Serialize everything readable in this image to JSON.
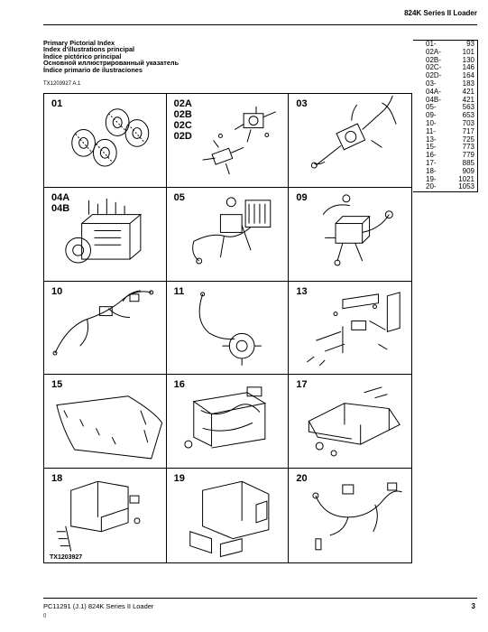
{
  "header": {
    "title": "824K Series II Loader"
  },
  "titles": [
    "Primary Pictorial Index",
    "Index d'illustrations principal",
    "Índice pictórico principal",
    "Основной иллюстрированный указатель",
    "Índice primario de ilustraciones"
  ],
  "figure_id": "TX1203927 A.1",
  "cells": [
    {
      "label": "01",
      "icon": "tires"
    },
    {
      "label": "02A\n02B\n02C\n02D",
      "icon": "axle-parts"
    },
    {
      "label": "03",
      "icon": "transmission"
    },
    {
      "label": "04A\n04B",
      "icon": "engine"
    },
    {
      "label": "05",
      "icon": "cooling-engine"
    },
    {
      "label": "09",
      "icon": "hydraulic-pump"
    },
    {
      "label": "10",
      "icon": "wiring-harness"
    },
    {
      "label": "11",
      "icon": "motor-wiring"
    },
    {
      "label": "13",
      "icon": "frame-parts"
    },
    {
      "label": "15",
      "icon": "panel"
    },
    {
      "label": "16",
      "icon": "frame-wiring"
    },
    {
      "label": "17",
      "icon": "rear-frame"
    },
    {
      "label": "18",
      "icon": "cab"
    },
    {
      "label": "19",
      "icon": "body-panels"
    },
    {
      "label": "20",
      "icon": "electrical"
    }
  ],
  "index": [
    {
      "section": "01-",
      "page": "93"
    },
    {
      "section": "02A-",
      "page": "101"
    },
    {
      "section": "02B-",
      "page": "130"
    },
    {
      "section": "02C-",
      "page": "146"
    },
    {
      "section": "02D-",
      "page": "164"
    },
    {
      "section": "03-",
      "page": "183"
    },
    {
      "section": "04A-",
      "page": "421"
    },
    {
      "section": "04B-",
      "page": "421"
    },
    {
      "section": "05-",
      "page": "563"
    },
    {
      "section": "09-",
      "page": "653"
    },
    {
      "section": "10-",
      "page": "703"
    },
    {
      "section": "11-",
      "page": "717"
    },
    {
      "section": "13-",
      "page": "725"
    },
    {
      "section": "15-",
      "page": "773"
    },
    {
      "section": "16-",
      "page": "779"
    },
    {
      "section": "17-",
      "page": "885"
    },
    {
      "section": "18-",
      "page": "909"
    },
    {
      "section": "19-",
      "page": "1021"
    },
    {
      "section": "20-",
      "page": "1053"
    }
  ],
  "footer": {
    "figure_caption": "TX1203927",
    "left": "PC11291    (J.1)    824K Series II Loader",
    "page_number": "3",
    "small": "()"
  }
}
